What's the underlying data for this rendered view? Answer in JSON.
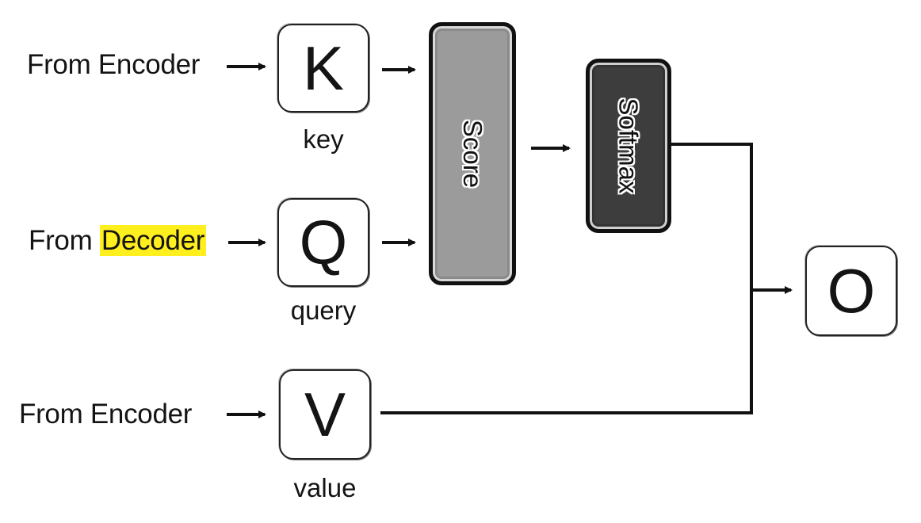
{
  "inputs": {
    "key": {
      "source": "From Encoder",
      "symbol": "K",
      "caption": "key"
    },
    "query": {
      "source_prefix": "From",
      "source_highlight": "Decoder",
      "symbol": "Q",
      "caption": "query"
    },
    "value": {
      "source": "From Encoder",
      "symbol": "V",
      "caption": "value"
    }
  },
  "blocks": {
    "score": "Score",
    "softmax": "Softmax"
  },
  "output": {
    "symbol": "O"
  },
  "colors": {
    "highlight": "#ffef1f",
    "score_fill": "#9b9b9b",
    "softmax_fill": "#3d3d3d",
    "line": "#111111"
  }
}
